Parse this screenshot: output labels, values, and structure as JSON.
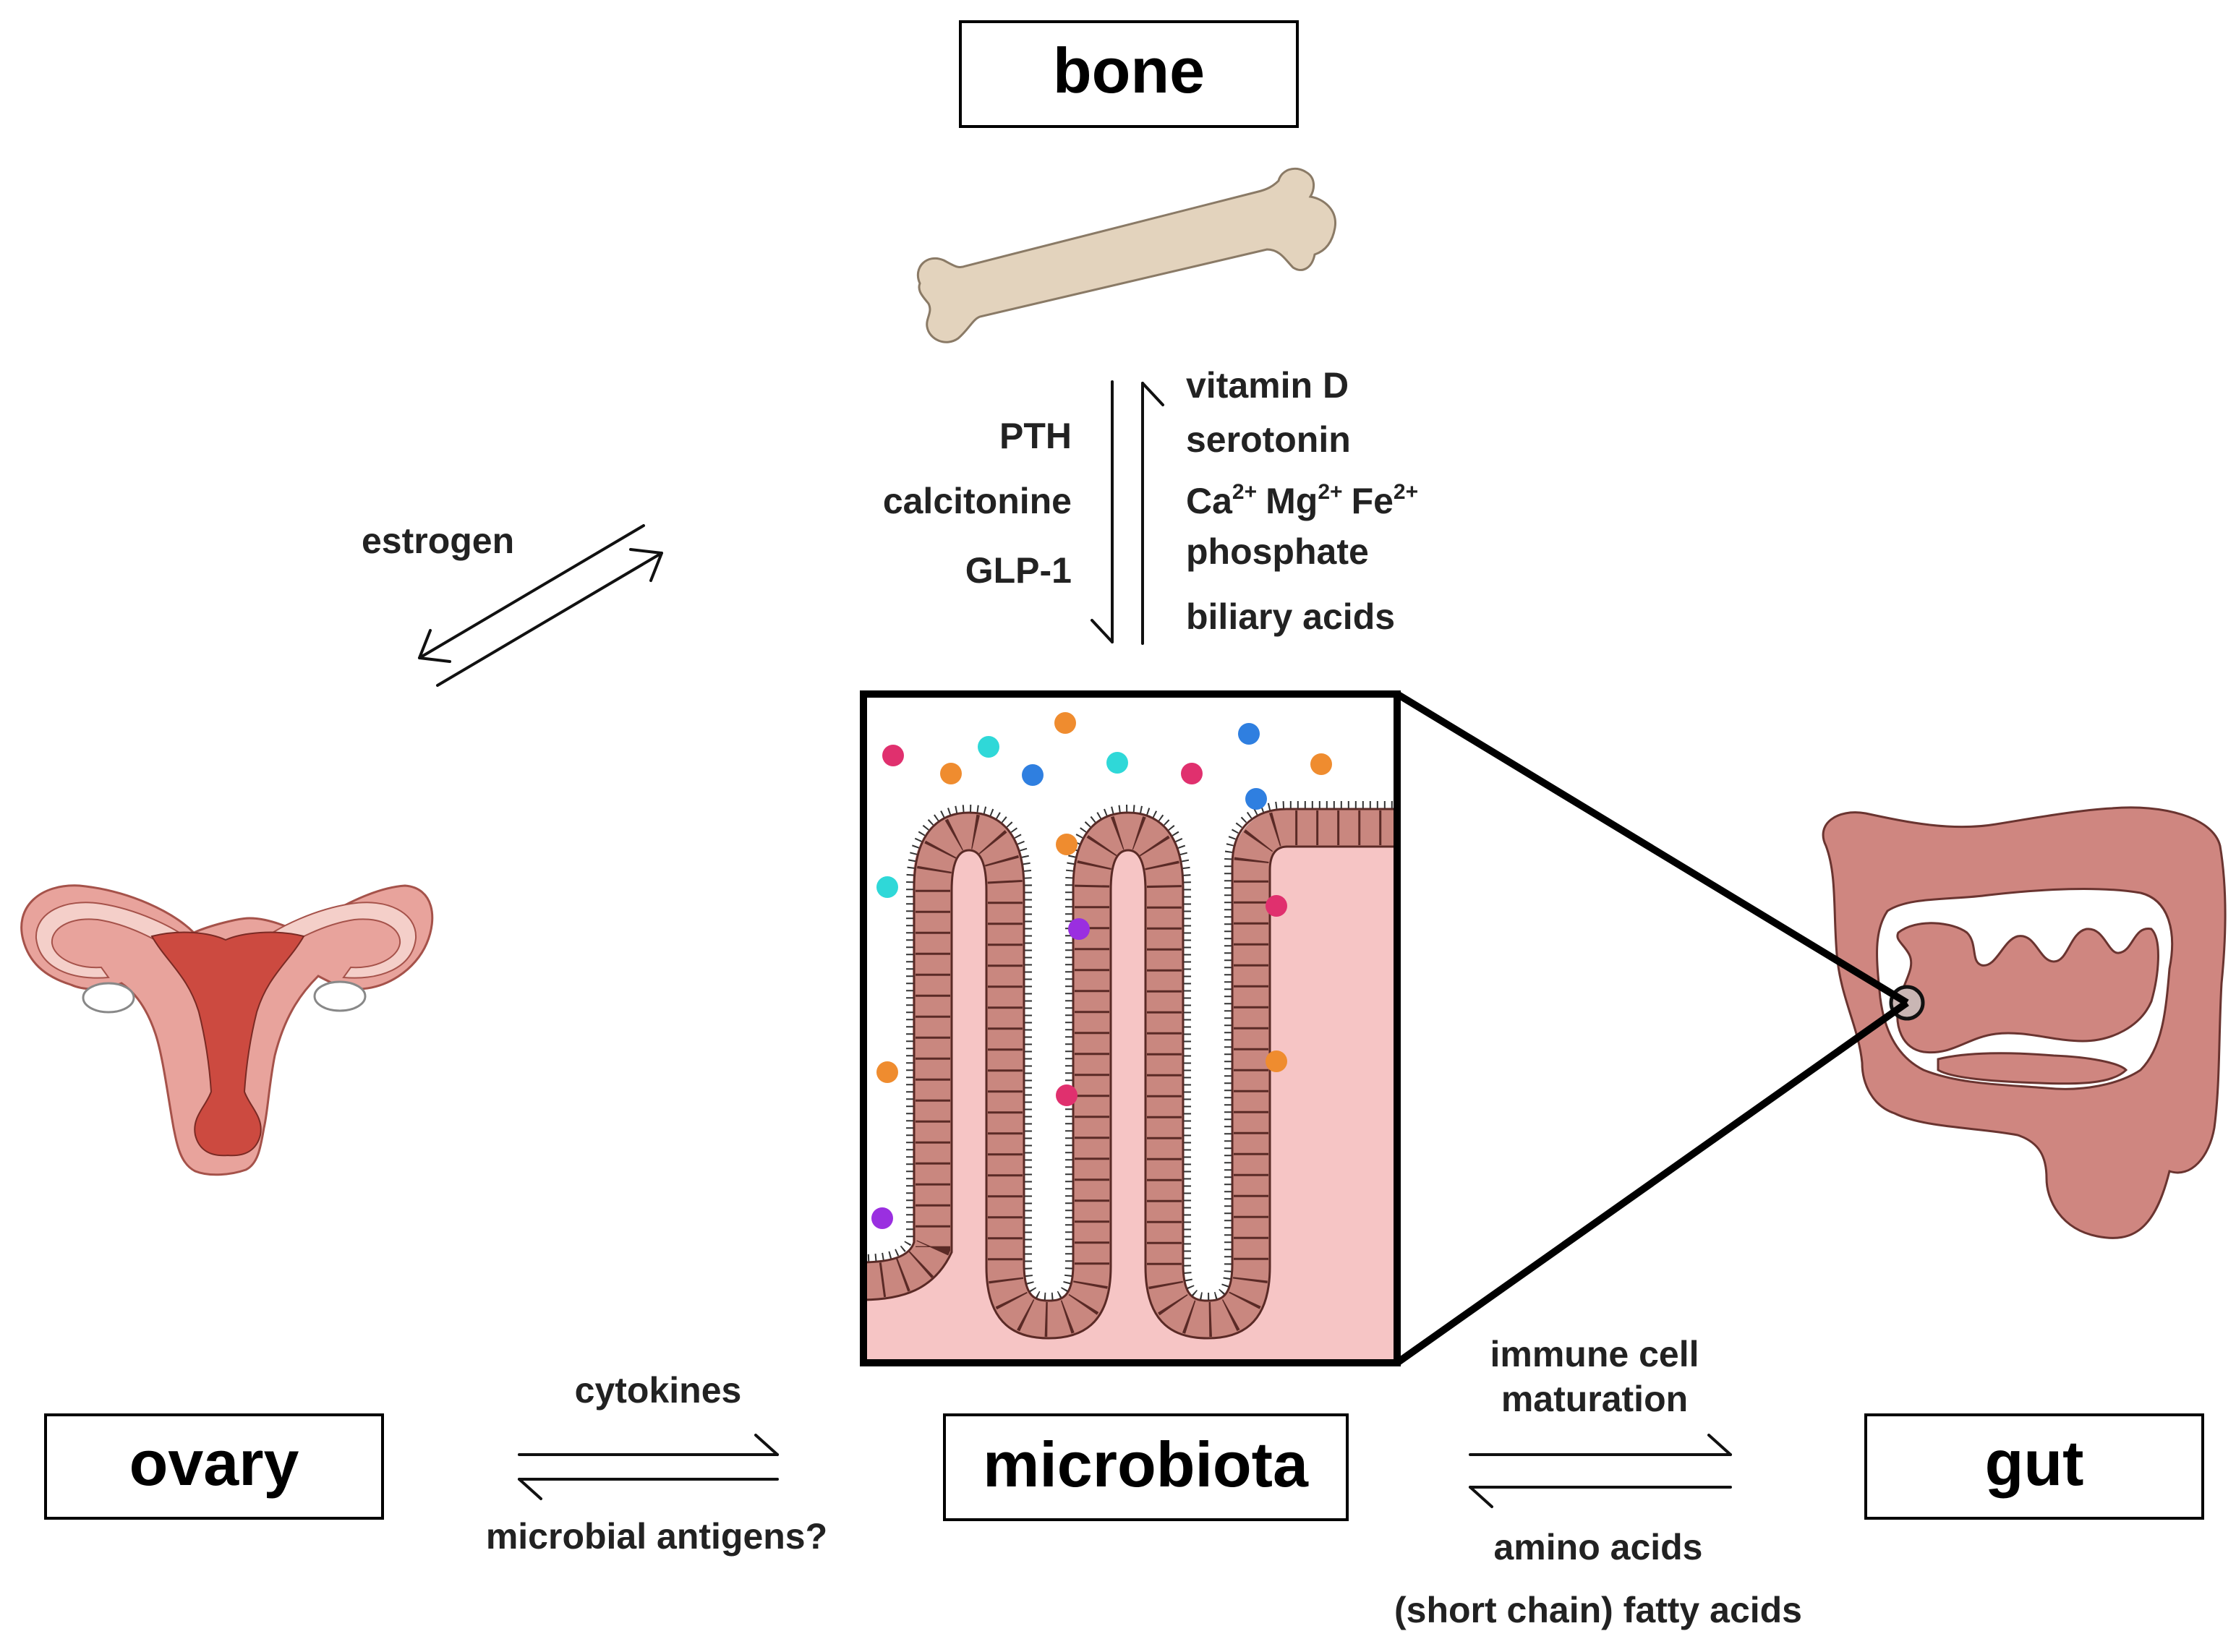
{
  "nodes": {
    "bone": "bone",
    "ovary": "ovary",
    "microbiota": "microbiota",
    "gut": "gut"
  },
  "edges": {
    "ovary_bone": {
      "labels": [
        "estrogen"
      ]
    },
    "bone_to_microbiota": {
      "labels": [
        "PTH",
        "calcitonine",
        "GLP-1"
      ]
    },
    "microbiota_to_bone": {
      "vitamin_d": "vitamin D",
      "serotonin": "serotonin",
      "ca": "Ca",
      "ca_charge": "2+",
      "mg": "Mg",
      "mg_charge": "2+",
      "fe": "Fe",
      "fe_charge": "2+",
      "phosphate": "phosphate",
      "biliary_acids": "biliary acids"
    },
    "ovary_microbiota": {
      "top": "cytokines",
      "bottom": "microbial antigens?"
    },
    "microbiota_gut": {
      "top_line1": "immune cell",
      "top_line2": "maturation",
      "bottom_line1": "amino acids",
      "bottom_line2": "(short chain) fatty acids"
    }
  },
  "colors": {
    "bone": "#e3d3bd",
    "bone_stroke": "#8a7a66",
    "tissue": "#f6c5c5",
    "villi_cell": "#c9877f",
    "villi_stroke": "#5a2a26",
    "gut": "#cf8680",
    "uterus_outer": "#e8a39c",
    "uterus_inner": "#cc4a40",
    "microbe_pink": "#e0306e",
    "microbe_orange": "#ef8c2f",
    "microbe_cyan": "#2fd8d8",
    "microbe_blue": "#2f7fe0",
    "microbe_purple": "#9a2fe0"
  }
}
